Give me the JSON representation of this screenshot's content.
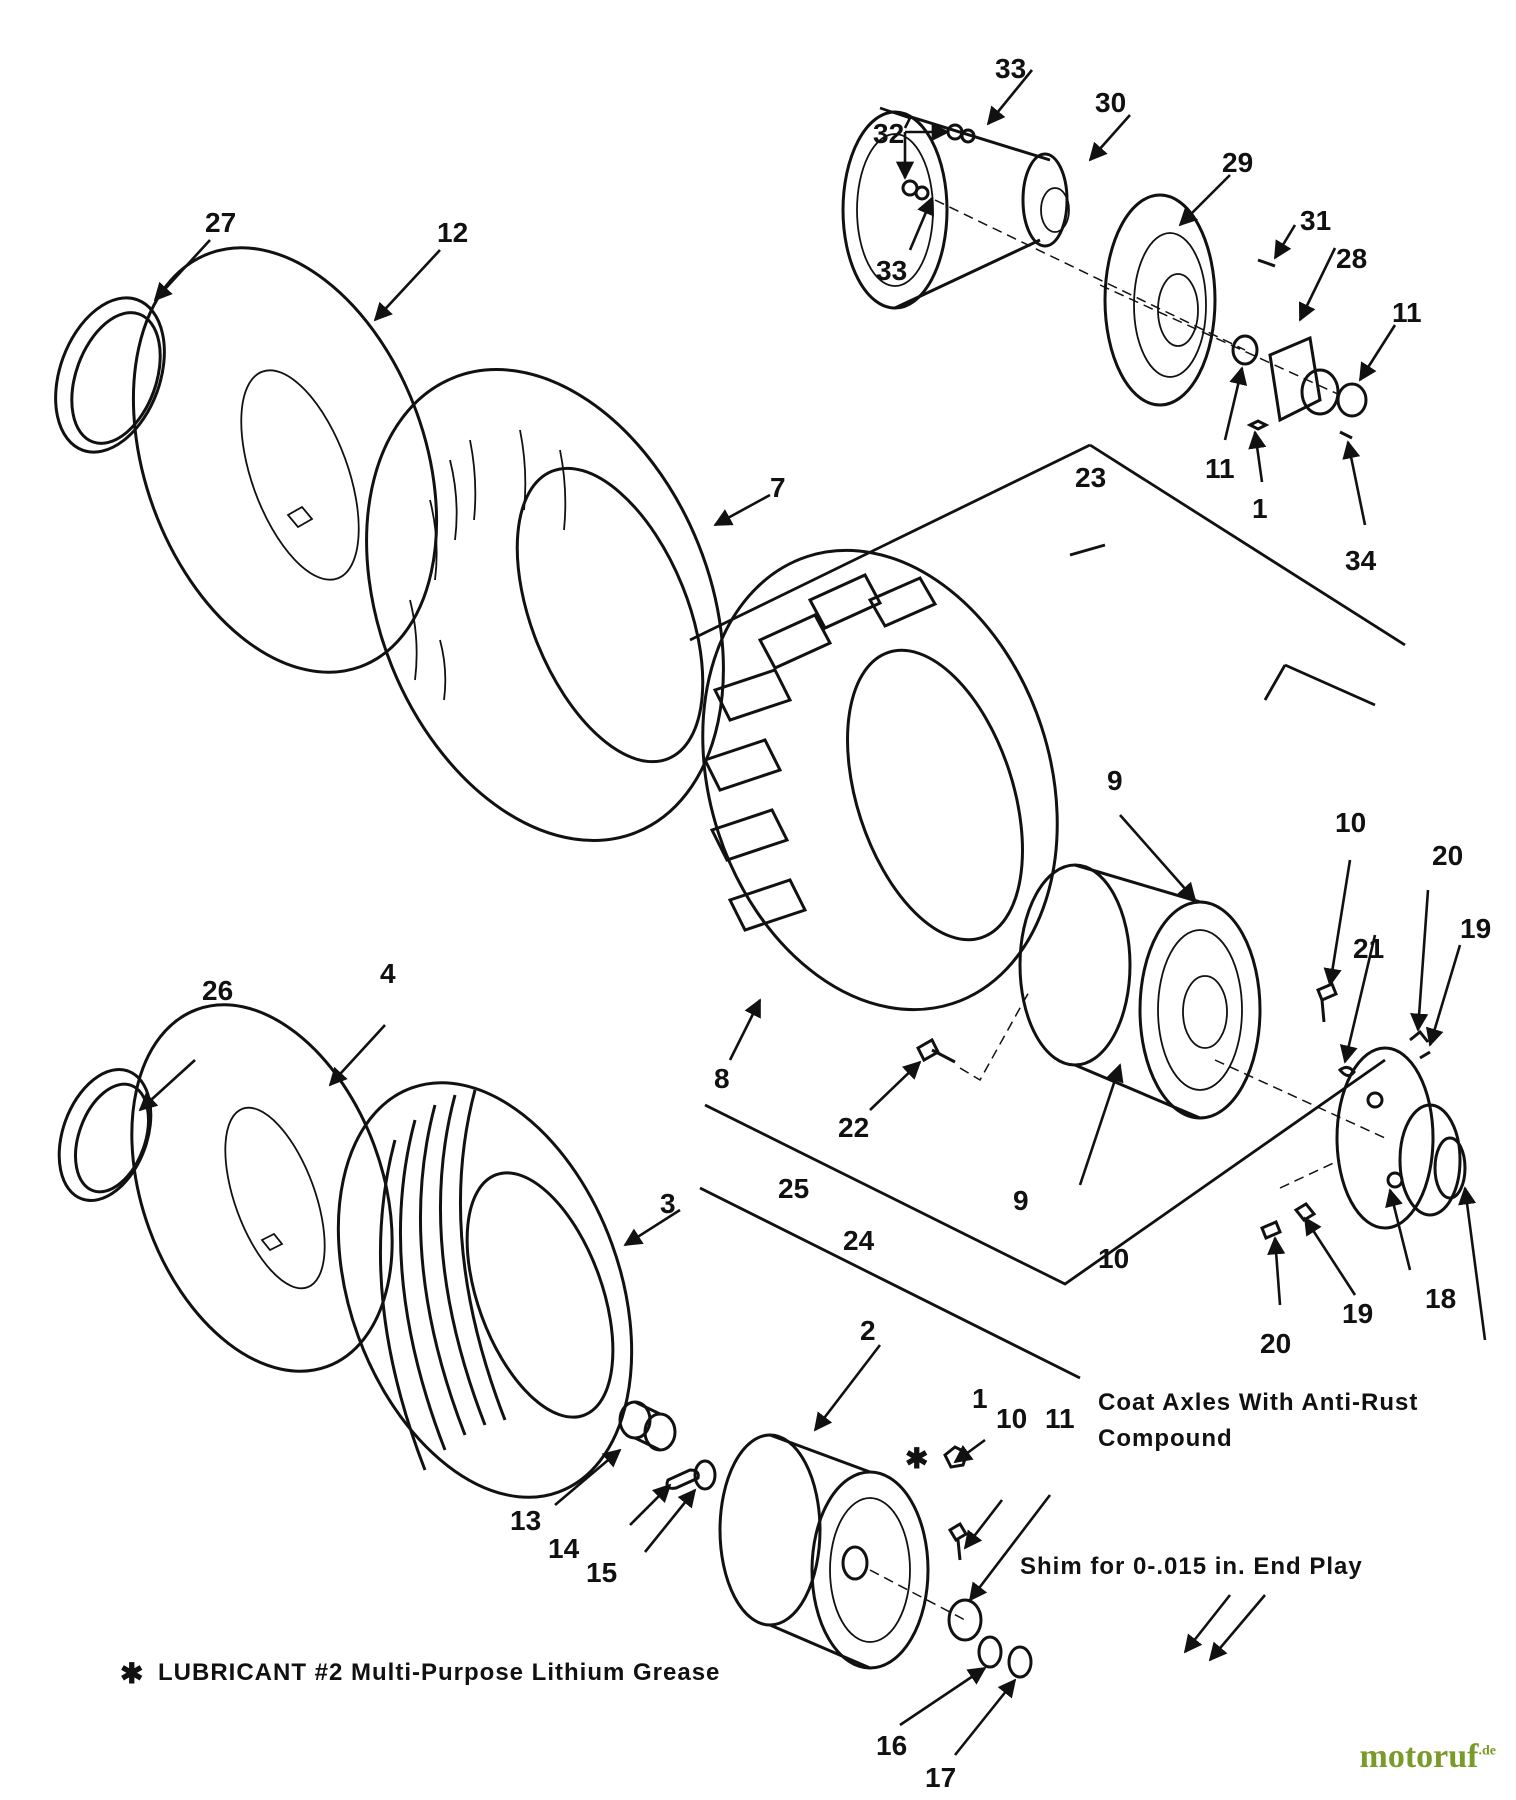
{
  "callouts": {
    "c1a": "1",
    "c1b": "1",
    "c2": "2",
    "c3": "3",
    "c4": "4",
    "c7": "7",
    "c8": "8",
    "c9a": "9",
    "c9b": "9",
    "c10a": "10",
    "c10b": "10",
    "c10c": "10",
    "c11a": "11",
    "c11b": "11",
    "c11c": "11",
    "c12": "12",
    "c13": "13",
    "c14": "14",
    "c15": "15",
    "c16": "16",
    "c17": "17",
    "c18": "18",
    "c19a": "19",
    "c19b": "19",
    "c20a": "20",
    "c20b": "20",
    "c21": "21",
    "c22": "22",
    "c23": "23",
    "c24": "24",
    "c25": "25",
    "c26": "26",
    "c27": "27",
    "c28": "28",
    "c29": "29",
    "c30": "30",
    "c31": "31",
    "c32": "32",
    "c33a": "33",
    "c33b": "33",
    "c34": "34"
  },
  "notes": {
    "coat_line1": "Coat Axles With Anti-Rust",
    "coat_line2": "Compound",
    "shim": "Shim for 0-.015 in. End Play",
    "lubricant": "LUBRICANT #2 Multi-Purpose Lithium Grease",
    "asterisk": "✱"
  },
  "watermark": {
    "name": "motoruf",
    "suffix": ".de"
  }
}
